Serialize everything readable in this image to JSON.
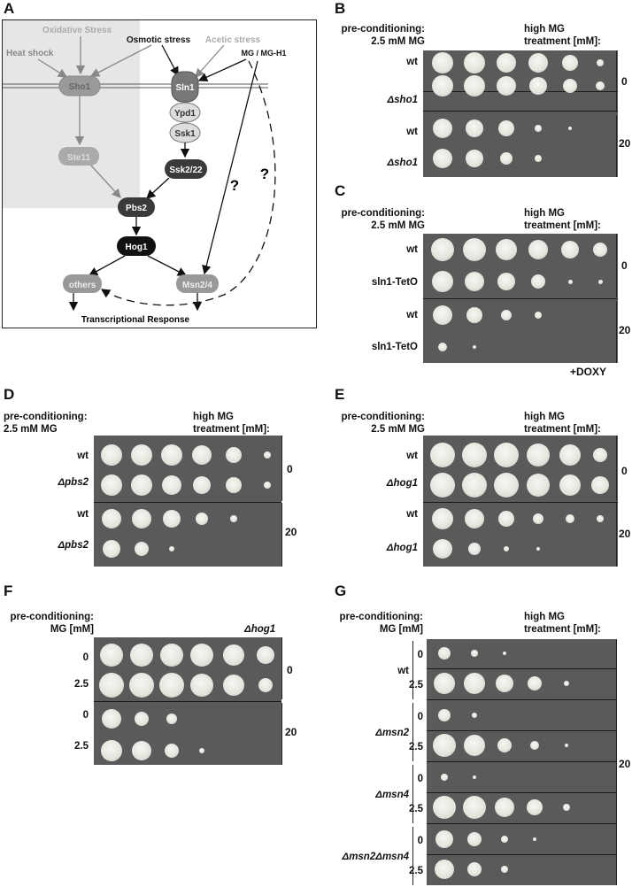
{
  "panels": {
    "A": {
      "label": "A"
    },
    "B": {
      "label": "B"
    },
    "C": {
      "label": "C"
    },
    "D": {
      "label": "D"
    },
    "E": {
      "label": "E"
    },
    "F": {
      "label": "F"
    },
    "G": {
      "label": "G"
    }
  },
  "diagram": {
    "stimuli": {
      "oxidative": "Oxidative Stress",
      "heat": "Heat shock",
      "osmotic": "Osmotic stress",
      "acetic": "Acetic stress",
      "mg": "MG / MG-H1"
    },
    "nodes": {
      "sho1": "Sho1",
      "sln1": "Sln1",
      "ypd1": "Ypd1",
      "ssk1": "Ssk1",
      "ssk2": "Ssk2/22",
      "ste11": "Ste11",
      "pbs2": "Pbs2",
      "hog1": "Hog1",
      "others": "others",
      "msn": "Msn2/4"
    },
    "question": "?",
    "response": "Transcriptional Response"
  },
  "common": {
    "precond_line1": "pre-conditioning:",
    "precond_line2": "2.5 mM MG",
    "precond_mm": "MG [mM]",
    "treat_line1": "high MG",
    "treat_line2": "treatment [mM]:",
    "wt": "wt",
    "t0": "0",
    "t20": "20",
    "p0": "0",
    "p25": "2.5"
  },
  "B": {
    "mutant": "Δsho1"
  },
  "C": {
    "mutant": "sln1-TetO",
    "doxy": "+DOXY"
  },
  "D": {
    "mutant": "Δpbs2"
  },
  "E": {
    "mutant": "Δhog1"
  },
  "F": {
    "strain": "Δhog1"
  },
  "G": {
    "strains": [
      "wt",
      "Δmsn2",
      "Δmsn4",
      "Δmsn2Δmsn4"
    ]
  },
  "colors": {
    "plate": "#5a5a5a",
    "colony": "#eeeeea",
    "shade": "#e6e6e6",
    "node_dark": "#3a3a3a",
    "node_gray": "#9a9a9a"
  }
}
